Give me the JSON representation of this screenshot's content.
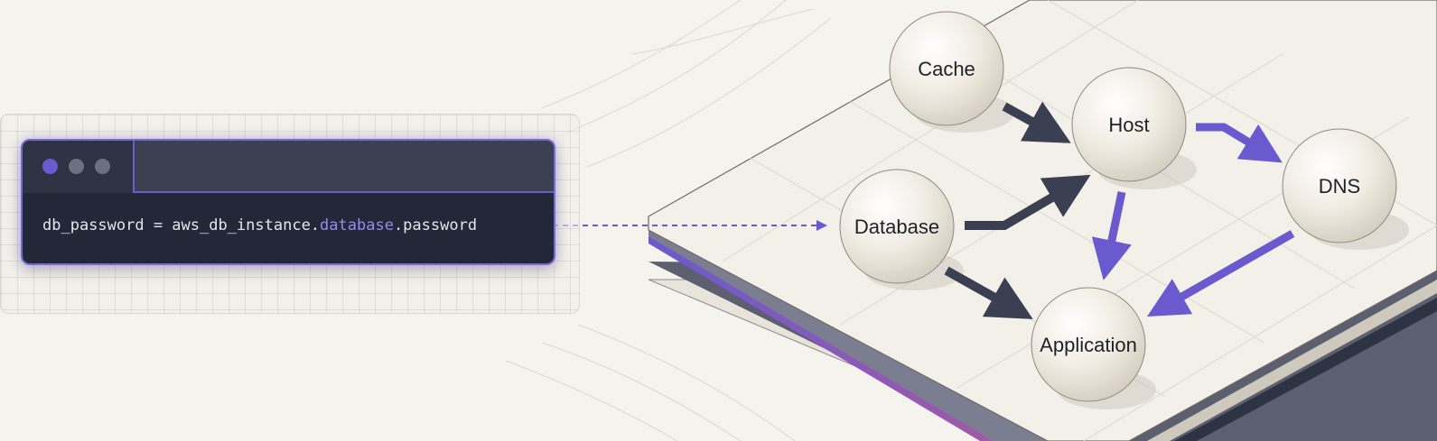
{
  "code_window": {
    "window_dots": [
      "accent-dot",
      "gray-dot",
      "gray-dot"
    ],
    "code": {
      "prefix": "db_password = aws_db_instance.",
      "highlight": "database",
      "suffix": ".password"
    }
  },
  "diagram": {
    "nodes": {
      "cache": "Cache",
      "host": "Host",
      "dns": "DNS",
      "database": "Database",
      "application": "Application"
    },
    "edges": [
      {
        "from": "Cache",
        "to": "Host",
        "style": "dark"
      },
      {
        "from": "Database",
        "to": "Host",
        "style": "dark"
      },
      {
        "from": "Host",
        "to": "DNS",
        "style": "purple"
      },
      {
        "from": "Host",
        "to": "Application",
        "style": "purple"
      },
      {
        "from": "DNS",
        "to": "Application",
        "style": "purple"
      },
      {
        "from": "Database",
        "to": "Application",
        "style": "dark"
      },
      {
        "from": "code.database",
        "to": "Database",
        "style": "dashed"
      }
    ]
  },
  "colors": {
    "background": "#f5f3ee",
    "accent_purple": "#6a5acd",
    "dark_arrow": "#3a3f52",
    "code_bg": "#232838"
  }
}
